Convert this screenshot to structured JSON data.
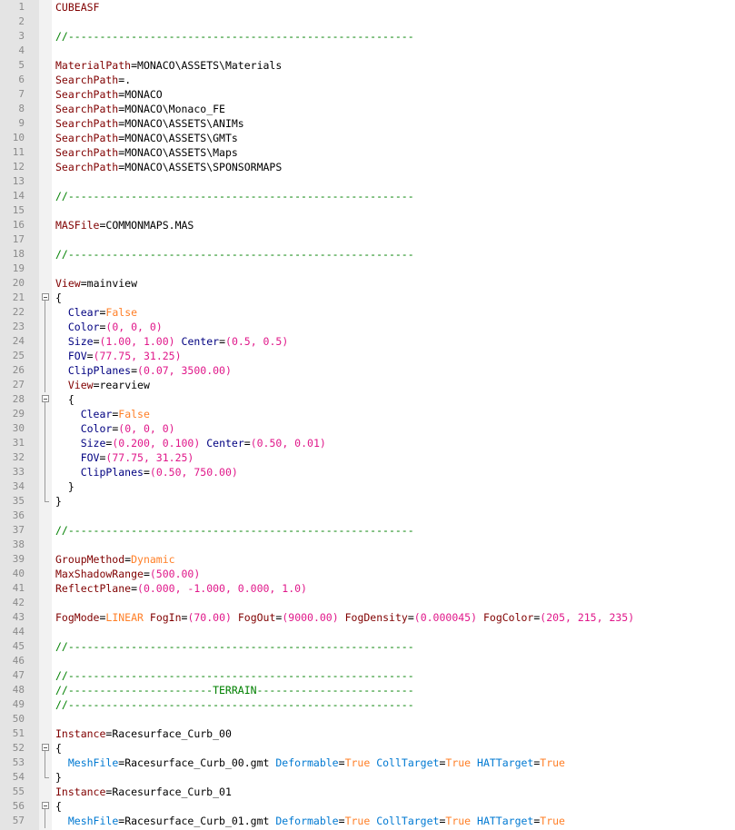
{
  "colors": {
    "key_section": "#800000",
    "key_nested": "#000080",
    "key_attr": "#0079d2",
    "number": "#e0188a",
    "keyword": "#ff7f27",
    "comment": "#008000",
    "gutter_bg": "#e4e4e4",
    "line_number": "#8a8a8a"
  },
  "editor": {
    "lines": [
      {
        "n": "1",
        "tokens": [
          {
            "t": "CUBEASF",
            "c": "key"
          }
        ]
      },
      {
        "n": "2",
        "tokens": []
      },
      {
        "n": "3",
        "tokens": [
          {
            "t": "//-------------------------------------------------------",
            "c": "comment"
          }
        ]
      },
      {
        "n": "4",
        "tokens": []
      },
      {
        "n": "5",
        "tokens": [
          {
            "t": "MaterialPath",
            "c": "key"
          },
          {
            "t": "=",
            "c": "op"
          },
          {
            "t": "MONACO\\ASSETS\\Materials",
            "c": "val"
          }
        ]
      },
      {
        "n": "6",
        "tokens": [
          {
            "t": "SearchPath",
            "c": "key"
          },
          {
            "t": "=",
            "c": "op"
          },
          {
            "t": ".",
            "c": "val"
          }
        ]
      },
      {
        "n": "7",
        "tokens": [
          {
            "t": "SearchPath",
            "c": "key"
          },
          {
            "t": "=",
            "c": "op"
          },
          {
            "t": "MONACO",
            "c": "val"
          }
        ]
      },
      {
        "n": "8",
        "tokens": [
          {
            "t": "SearchPath",
            "c": "key"
          },
          {
            "t": "=",
            "c": "op"
          },
          {
            "t": "MONACO\\Monaco_FE",
            "c": "val"
          }
        ]
      },
      {
        "n": "9",
        "tokens": [
          {
            "t": "SearchPath",
            "c": "key"
          },
          {
            "t": "=",
            "c": "op"
          },
          {
            "t": "MONACO\\ASSETS\\ANIMs",
            "c": "val"
          }
        ]
      },
      {
        "n": "10",
        "tokens": [
          {
            "t": "SearchPath",
            "c": "key"
          },
          {
            "t": "=",
            "c": "op"
          },
          {
            "t": "MONACO\\ASSETS\\GMTs",
            "c": "val"
          }
        ]
      },
      {
        "n": "11",
        "tokens": [
          {
            "t": "SearchPath",
            "c": "key"
          },
          {
            "t": "=",
            "c": "op"
          },
          {
            "t": "MONACO\\ASSETS\\Maps",
            "c": "val"
          }
        ]
      },
      {
        "n": "12",
        "tokens": [
          {
            "t": "SearchPath",
            "c": "key"
          },
          {
            "t": "=",
            "c": "op"
          },
          {
            "t": "MONACO\\ASSETS\\SPONSORMAPS",
            "c": "val"
          }
        ]
      },
      {
        "n": "13",
        "tokens": []
      },
      {
        "n": "14",
        "tokens": [
          {
            "t": "//-------------------------------------------------------",
            "c": "comment"
          }
        ]
      },
      {
        "n": "15",
        "tokens": []
      },
      {
        "n": "16",
        "tokens": [
          {
            "t": "MASFile",
            "c": "key"
          },
          {
            "t": "=",
            "c": "op"
          },
          {
            "t": "COMMONMAPS.MAS",
            "c": "val"
          }
        ]
      },
      {
        "n": "17",
        "tokens": []
      },
      {
        "n": "18",
        "tokens": [
          {
            "t": "//-------------------------------------------------------",
            "c": "comment"
          }
        ]
      },
      {
        "n": "19",
        "tokens": []
      },
      {
        "n": "20",
        "tokens": [
          {
            "t": "View",
            "c": "key"
          },
          {
            "t": "=",
            "c": "op"
          },
          {
            "t": "mainview",
            "c": "val"
          }
        ]
      },
      {
        "n": "21",
        "fold": "open",
        "tokens": [
          {
            "t": "{",
            "c": "op"
          }
        ]
      },
      {
        "n": "22",
        "fold": "line",
        "tokens": [
          {
            "t": "  ",
            "c": "op"
          },
          {
            "t": "Clear",
            "c": "key2"
          },
          {
            "t": "=",
            "c": "op"
          },
          {
            "t": "False",
            "c": "kw"
          }
        ]
      },
      {
        "n": "23",
        "fold": "line",
        "tokens": [
          {
            "t": "  ",
            "c": "op"
          },
          {
            "t": "Color",
            "c": "key2"
          },
          {
            "t": "=",
            "c": "op"
          },
          {
            "t": "(0, 0, 0)",
            "c": "num"
          }
        ]
      },
      {
        "n": "24",
        "fold": "line",
        "tokens": [
          {
            "t": "  ",
            "c": "op"
          },
          {
            "t": "Size",
            "c": "key2"
          },
          {
            "t": "=",
            "c": "op"
          },
          {
            "t": "(1.00, 1.00)",
            "c": "num"
          },
          {
            "t": " ",
            "c": "op"
          },
          {
            "t": "Center",
            "c": "key2"
          },
          {
            "t": "=",
            "c": "op"
          },
          {
            "t": "(0.5, 0.5)",
            "c": "num"
          }
        ]
      },
      {
        "n": "25",
        "fold": "line",
        "tokens": [
          {
            "t": "  ",
            "c": "op"
          },
          {
            "t": "FOV",
            "c": "key2"
          },
          {
            "t": "=",
            "c": "op"
          },
          {
            "t": "(77.75, 31.25)",
            "c": "num"
          }
        ]
      },
      {
        "n": "26",
        "fold": "line",
        "tokens": [
          {
            "t": "  ",
            "c": "op"
          },
          {
            "t": "ClipPlanes",
            "c": "key2"
          },
          {
            "t": "=",
            "c": "op"
          },
          {
            "t": "(0.07, 3500.00)",
            "c": "num"
          }
        ]
      },
      {
        "n": "27",
        "fold": "line",
        "tokens": [
          {
            "t": "  ",
            "c": "op"
          },
          {
            "t": "View",
            "c": "key"
          },
          {
            "t": "=",
            "c": "op"
          },
          {
            "t": "rearview",
            "c": "val"
          }
        ]
      },
      {
        "n": "28",
        "fold": "open",
        "tokens": [
          {
            "t": "  {",
            "c": "op"
          }
        ]
      },
      {
        "n": "29",
        "fold": "line",
        "tokens": [
          {
            "t": "    ",
            "c": "op"
          },
          {
            "t": "Clear",
            "c": "key2"
          },
          {
            "t": "=",
            "c": "op"
          },
          {
            "t": "False",
            "c": "kw"
          }
        ]
      },
      {
        "n": "30",
        "fold": "line",
        "tokens": [
          {
            "t": "    ",
            "c": "op"
          },
          {
            "t": "Color",
            "c": "key2"
          },
          {
            "t": "=",
            "c": "op"
          },
          {
            "t": "(0, 0, 0)",
            "c": "num"
          }
        ]
      },
      {
        "n": "31",
        "fold": "line",
        "tokens": [
          {
            "t": "    ",
            "c": "op"
          },
          {
            "t": "Size",
            "c": "key2"
          },
          {
            "t": "=",
            "c": "op"
          },
          {
            "t": "(0.200, 0.100)",
            "c": "num"
          },
          {
            "t": " ",
            "c": "op"
          },
          {
            "t": "Center",
            "c": "key2"
          },
          {
            "t": "=",
            "c": "op"
          },
          {
            "t": "(0.50, 0.01)",
            "c": "num"
          }
        ]
      },
      {
        "n": "32",
        "fold": "line",
        "tokens": [
          {
            "t": "    ",
            "c": "op"
          },
          {
            "t": "FOV",
            "c": "key2"
          },
          {
            "t": "=",
            "c": "op"
          },
          {
            "t": "(77.75, 31.25)",
            "c": "num"
          }
        ]
      },
      {
        "n": "33",
        "fold": "line",
        "tokens": [
          {
            "t": "    ",
            "c": "op"
          },
          {
            "t": "ClipPlanes",
            "c": "key2"
          },
          {
            "t": "=",
            "c": "op"
          },
          {
            "t": "(0.50, 750.00)",
            "c": "num"
          }
        ]
      },
      {
        "n": "34",
        "fold": "line",
        "tokens": [
          {
            "t": "  }",
            "c": "op"
          }
        ]
      },
      {
        "n": "35",
        "fold": "end",
        "tokens": [
          {
            "t": "}",
            "c": "op"
          }
        ]
      },
      {
        "n": "36",
        "tokens": []
      },
      {
        "n": "37",
        "tokens": [
          {
            "t": "//-------------------------------------------------------",
            "c": "comment"
          }
        ]
      },
      {
        "n": "38",
        "tokens": []
      },
      {
        "n": "39",
        "tokens": [
          {
            "t": "GroupMethod",
            "c": "key"
          },
          {
            "t": "=",
            "c": "op"
          },
          {
            "t": "Dynamic",
            "c": "kw"
          }
        ]
      },
      {
        "n": "40",
        "tokens": [
          {
            "t": "MaxShadowRange",
            "c": "key"
          },
          {
            "t": "=",
            "c": "op"
          },
          {
            "t": "(500.00)",
            "c": "num"
          }
        ]
      },
      {
        "n": "41",
        "tokens": [
          {
            "t": "ReflectPlane",
            "c": "key"
          },
          {
            "t": "=",
            "c": "op"
          },
          {
            "t": "(0.000, -1.000, 0.000, 1.0)",
            "c": "num"
          }
        ]
      },
      {
        "n": "42",
        "tokens": []
      },
      {
        "n": "43",
        "tokens": [
          {
            "t": "FogMode",
            "c": "key"
          },
          {
            "t": "=",
            "c": "op"
          },
          {
            "t": "LINEAR",
            "c": "kw"
          },
          {
            "t": " ",
            "c": "op"
          },
          {
            "t": "FogIn",
            "c": "key"
          },
          {
            "t": "=",
            "c": "op"
          },
          {
            "t": "(70.00)",
            "c": "num"
          },
          {
            "t": " ",
            "c": "op"
          },
          {
            "t": "FogOut",
            "c": "key"
          },
          {
            "t": "=",
            "c": "op"
          },
          {
            "t": "(9000.00)",
            "c": "num"
          },
          {
            "t": " ",
            "c": "op"
          },
          {
            "t": "FogDensity",
            "c": "key"
          },
          {
            "t": "=",
            "c": "op"
          },
          {
            "t": "(0.000045)",
            "c": "num"
          },
          {
            "t": " ",
            "c": "op"
          },
          {
            "t": "FogColor",
            "c": "key"
          },
          {
            "t": "=",
            "c": "op"
          },
          {
            "t": "(205, 215, 235)",
            "c": "num"
          }
        ]
      },
      {
        "n": "44",
        "tokens": []
      },
      {
        "n": "45",
        "tokens": [
          {
            "t": "//-------------------------------------------------------",
            "c": "comment"
          }
        ]
      },
      {
        "n": "46",
        "tokens": []
      },
      {
        "n": "47",
        "tokens": [
          {
            "t": "//-------------------------------------------------------",
            "c": "comment"
          }
        ]
      },
      {
        "n": "48",
        "tokens": [
          {
            "t": "//-----------------------TERRAIN-------------------------",
            "c": "comment"
          }
        ]
      },
      {
        "n": "49",
        "tokens": [
          {
            "t": "//-------------------------------------------------------",
            "c": "comment"
          }
        ]
      },
      {
        "n": "50",
        "tokens": []
      },
      {
        "n": "51",
        "tokens": [
          {
            "t": "Instance",
            "c": "key"
          },
          {
            "t": "=",
            "c": "op"
          },
          {
            "t": "Racesurface_Curb_00",
            "c": "val"
          }
        ]
      },
      {
        "n": "52",
        "fold": "open",
        "tokens": [
          {
            "t": "{",
            "c": "op"
          }
        ]
      },
      {
        "n": "53",
        "fold": "line",
        "tokens": [
          {
            "t": "  ",
            "c": "op"
          },
          {
            "t": "MeshFile",
            "c": "key3"
          },
          {
            "t": "=",
            "c": "op"
          },
          {
            "t": "Racesurface_Curb_00.gmt",
            "c": "val"
          },
          {
            "t": " ",
            "c": "op"
          },
          {
            "t": "Deformable",
            "c": "key3"
          },
          {
            "t": "=",
            "c": "op"
          },
          {
            "t": "True",
            "c": "kw"
          },
          {
            "t": " ",
            "c": "op"
          },
          {
            "t": "CollTarget",
            "c": "key3"
          },
          {
            "t": "=",
            "c": "op"
          },
          {
            "t": "True",
            "c": "kw"
          },
          {
            "t": " ",
            "c": "op"
          },
          {
            "t": "HATTarget",
            "c": "key3"
          },
          {
            "t": "=",
            "c": "op"
          },
          {
            "t": "True",
            "c": "kw"
          }
        ]
      },
      {
        "n": "54",
        "fold": "end",
        "tokens": [
          {
            "t": "}",
            "c": "op"
          }
        ]
      },
      {
        "n": "55",
        "tokens": [
          {
            "t": "Instance",
            "c": "key"
          },
          {
            "t": "=",
            "c": "op"
          },
          {
            "t": "Racesurface_Curb_01",
            "c": "val"
          }
        ]
      },
      {
        "n": "56",
        "fold": "open",
        "tokens": [
          {
            "t": "{",
            "c": "op"
          }
        ]
      },
      {
        "n": "57",
        "fold": "line",
        "tokens": [
          {
            "t": "  ",
            "c": "op"
          },
          {
            "t": "MeshFile",
            "c": "key3"
          },
          {
            "t": "=",
            "c": "op"
          },
          {
            "t": "Racesurface_Curb_01.gmt",
            "c": "val"
          },
          {
            "t": " ",
            "c": "op"
          },
          {
            "t": "Deformable",
            "c": "key3"
          },
          {
            "t": "=",
            "c": "op"
          },
          {
            "t": "True",
            "c": "kw"
          },
          {
            "t": " ",
            "c": "op"
          },
          {
            "t": "CollTarget",
            "c": "key3"
          },
          {
            "t": "=",
            "c": "op"
          },
          {
            "t": "True",
            "c": "kw"
          },
          {
            "t": " ",
            "c": "op"
          },
          {
            "t": "HATTarget",
            "c": "key3"
          },
          {
            "t": "=",
            "c": "op"
          },
          {
            "t": "True",
            "c": "kw"
          }
        ]
      }
    ]
  }
}
